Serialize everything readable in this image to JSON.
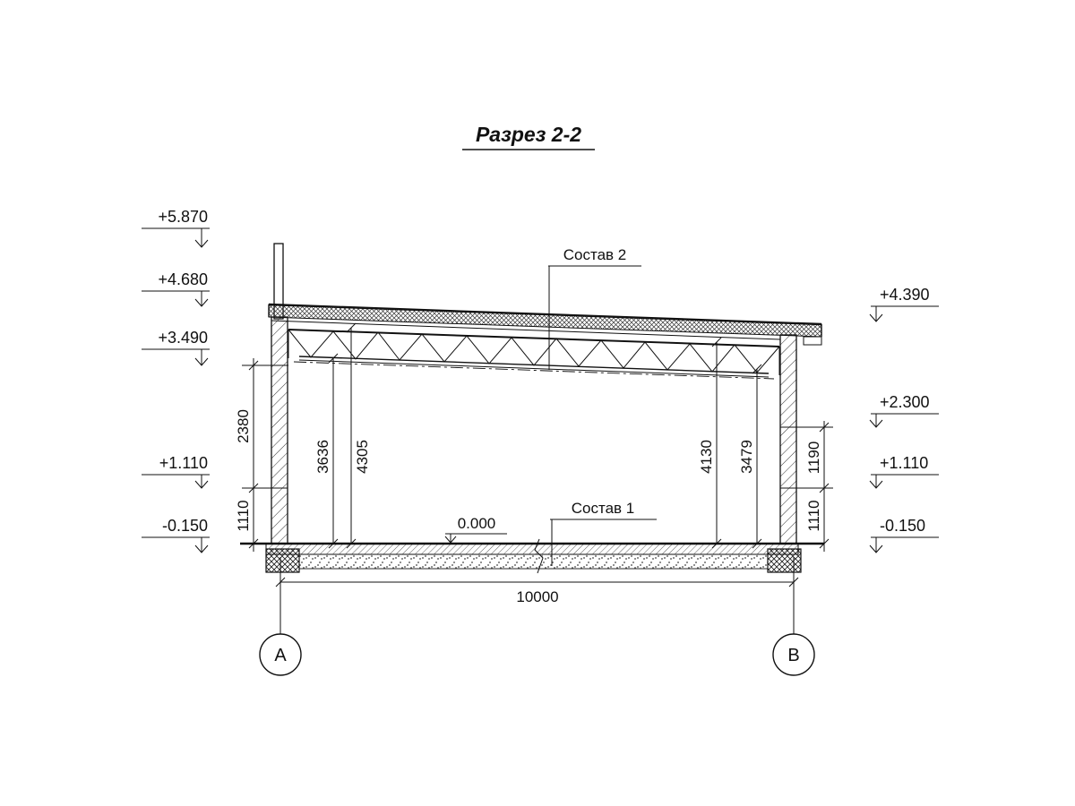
{
  "title": "Разрез 2-2",
  "elevations_left": [
    {
      "value": "+5.870"
    },
    {
      "value": "+4.680"
    },
    {
      "value": "+3.490"
    },
    {
      "value": "+1.110"
    },
    {
      "value": "-0.150"
    }
  ],
  "elevations_right": [
    {
      "value": "+4.390"
    },
    {
      "value": "+2.300"
    },
    {
      "value": "+1.110"
    },
    {
      "value": "-0.150"
    }
  ],
  "dimensions": {
    "left_outer_upper": "2380",
    "left_outer_lower": "1110",
    "left_inner_a": "3636",
    "left_inner_b": "4305",
    "right_inner_a": "4130",
    "right_inner_b": "3479",
    "right_outer_upper": "1190",
    "right_outer_lower": "1110",
    "overall": "10000"
  },
  "labels": {
    "roof_composition": "Состав 2",
    "floor_composition": "Состав 1",
    "zero_level": "0.000"
  },
  "axes": [
    {
      "label": "А"
    },
    {
      "label": "В"
    }
  ],
  "colors": {
    "line": "#111111",
    "background": "#ffffff"
  }
}
